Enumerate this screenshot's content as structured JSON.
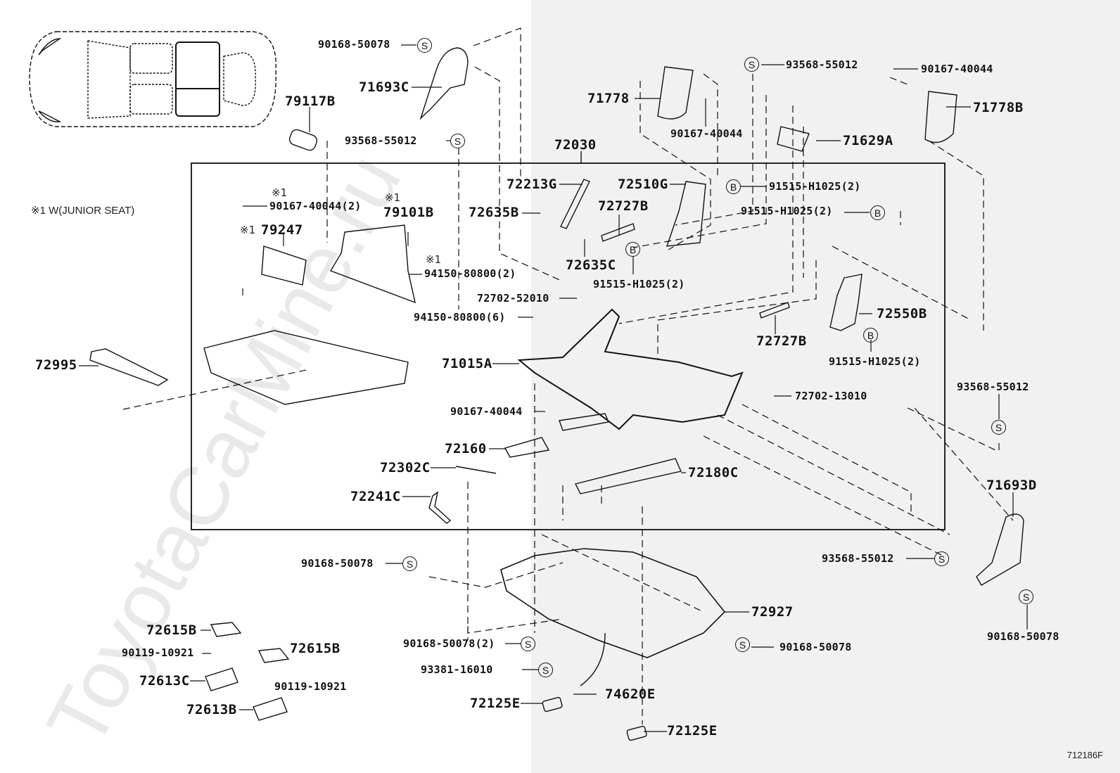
{
  "diagram": {
    "title_code": "72030",
    "figure_id": "712186F",
    "watermark": "ToyotaCarMine.ru",
    "legend_note": "※1 W(JUNIOR SEAT)",
    "note_mark": "※1",
    "badges": {
      "screw": "S",
      "bolt": "B"
    },
    "labels": {
      "p90168_50078_top": "90168-50078",
      "p71693C": "71693C",
      "p79117B": "79117B",
      "p93568_55012_a": "93568-55012",
      "p72030": "72030",
      "p71778": "71778",
      "p90167_40044_a": "90167-40044",
      "p93568_55012_b": "93568-55012",
      "p90167_40044_b": "90167-40044",
      "p71778B": "71778B",
      "p71629A": "71629A",
      "p91515_H1025_a": "91515-H1025(2)",
      "p91515_H1025_b": "91515-H1025(2)",
      "p72213G": "72213G",
      "p72510G": "72510G",
      "p72635B": "72635B",
      "p72727B_a": "72727B",
      "p72635C": "72635C",
      "p91515_H1025_c": "91515-H1025(2)",
      "p90167_40044_c": "90167-40044(2)",
      "p79101B": "79101B",
      "p79247": "79247",
      "p94150_80800_a": "94150-80800(2)",
      "p72702_52010": "72702-52010",
      "p94150_80800_b": "94150-80800(6)",
      "p72727B_b": "72727B",
      "p72550B": "72550B",
      "p91515_H1025_d": "91515-H1025(2)",
      "p72995": "72995",
      "p71015A": "71015A",
      "p72702_13010": "72702-13010",
      "p93568_55012_c": "93568-55012",
      "p90167_40044_d": "90167-40044",
      "p72160": "72160",
      "p72302C": "72302C",
      "p72180C": "72180C",
      "p72241C": "72241C",
      "p71693D": "71693D",
      "p90168_50078_b": "90168-50078",
      "p93568_55012_d": "93568-55012",
      "p72927": "72927",
      "p90168_50078_c": "90168-50078(2)",
      "p90168_50078_d": "90168-50078",
      "p90168_50078_e": "90168-50078",
      "p93381_16010": "93381-16010",
      "p72615B_a": "72615B",
      "p72615B_b": "72615B",
      "p90119_10921_a": "90119-10921",
      "p90119_10921_b": "90119-10921",
      "p72613C": "72613C",
      "p72613B": "72613B",
      "p72125E_a": "72125E",
      "p74620E": "74620E",
      "p72125E_b": "72125E"
    }
  }
}
